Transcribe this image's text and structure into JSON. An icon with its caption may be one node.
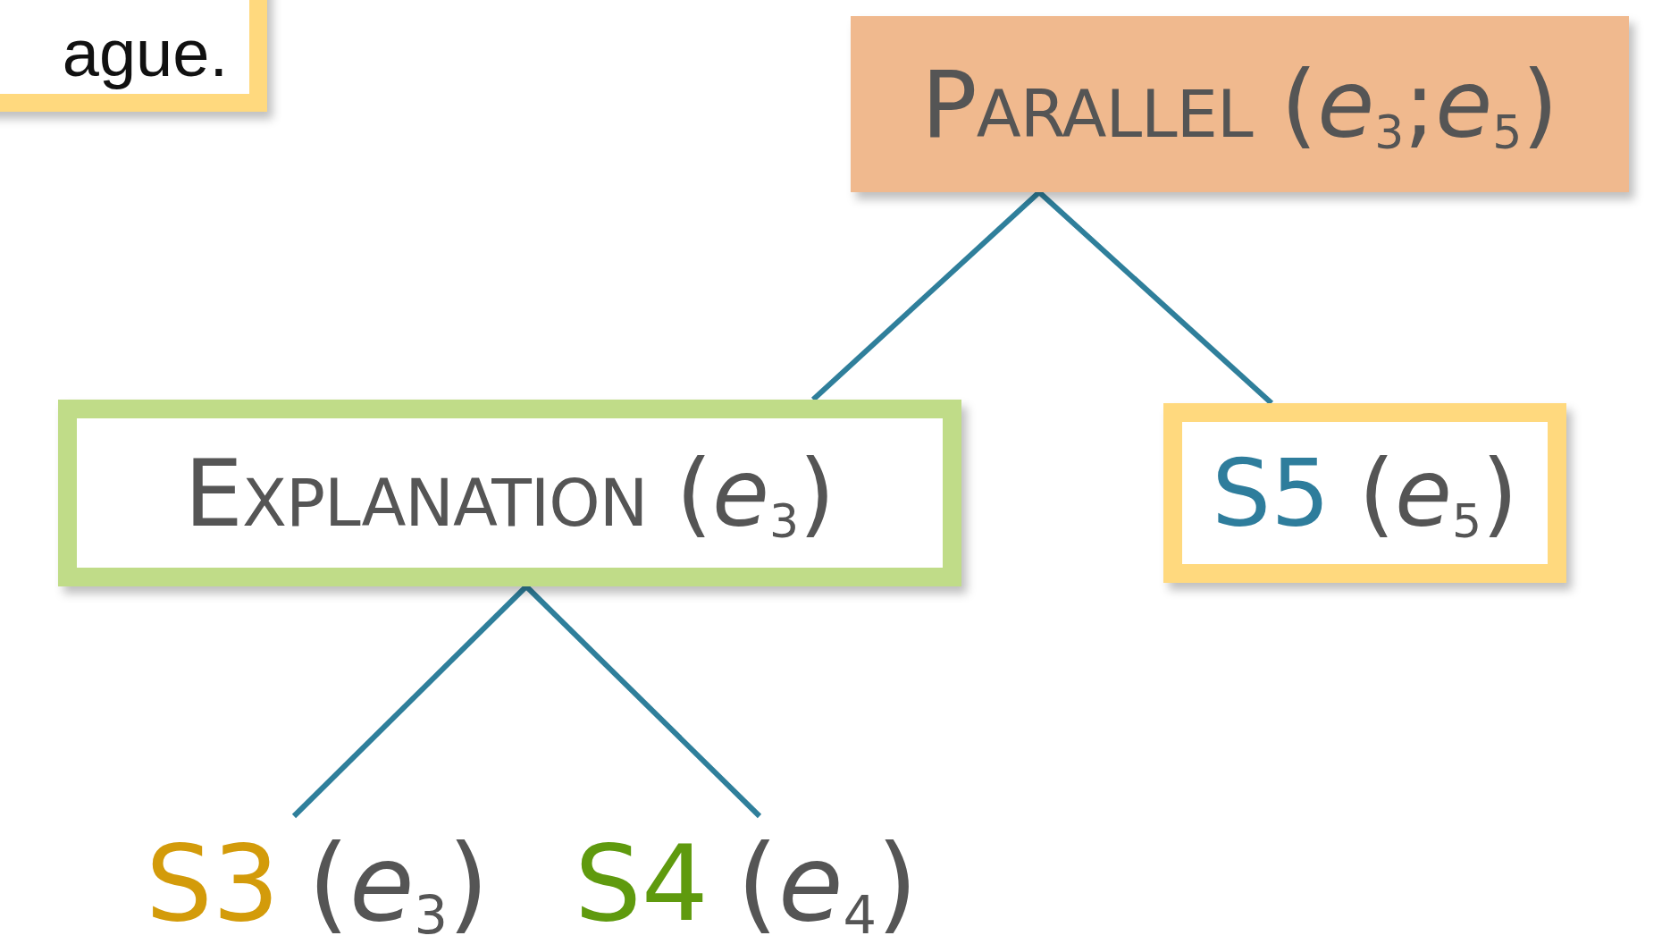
{
  "diagram": {
    "nodes": [
      {
        "text": [
          "ague."
        ]
      },
      {
        "text": [
          "Parallel",
          "(*e*$_{3}$;*e*$_{5}$)"
        ]
      },
      {
        "text": [
          "Explanation",
          "(*e*$_{3}$)"
        ]
      },
      {
        "text": [
          "S5",
          "(*e*$_{5}$)"
        ]
      },
      {
        "text": [
          "S3",
          "(*e*$_{3}$)"
        ]
      },
      {
        "text": [
          "S4",
          "(*e*$_{4}$)"
        ]
      }
    ],
    "edges": [
      {
        "from": 1,
        "to": 2,
        "arrow": "none"
      },
      {
        "from": 1,
        "to": 3,
        "arrow": "none"
      },
      {
        "from": 2,
        "to": 4,
        "arrow": "none"
      },
      {
        "from": 2,
        "to": 5,
        "arrow": "none"
      }
    ]
  }
}
